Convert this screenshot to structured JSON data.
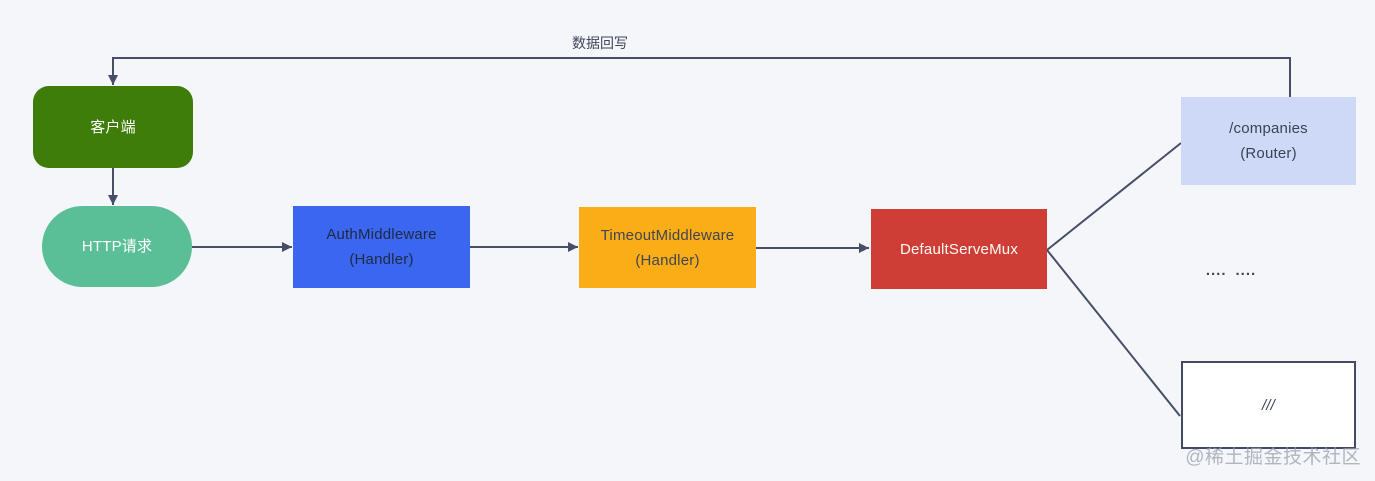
{
  "page": {
    "background": "#f4f6fa"
  },
  "diagram": {
    "line_color": "#464e68",
    "edge_label": "数据回写",
    "nodes": {
      "client": {
        "label": "客户端",
        "bg": "#3f7d0a",
        "text": "#ffffff"
      },
      "http_request": {
        "label": "HTTP请求",
        "bg": "#5abf96",
        "text": "#ffffff"
      },
      "auth_middleware": {
        "line1": "AuthMiddleware",
        "line2": "(Handler)",
        "bg": "#3b66ef",
        "text": "#1f2a44"
      },
      "timeout_middleware": {
        "line1": "TimeoutMiddleware",
        "line2": "(Handler)",
        "bg": "#fbad17",
        "text": "#3f4553"
      },
      "default_servemux": {
        "label": "DefaultServeMux",
        "bg": "#ce3e36",
        "text": "#fffdf6"
      },
      "companies_router": {
        "line1": "/companies",
        "line2": "(Router)",
        "bg": "#cdd9f7",
        "text": "#3a4356"
      },
      "ellipsis": {
        "part1": "....",
        "part2": "....",
        "text": "#3f4759"
      },
      "handler_placeholder": {
        "label": "///",
        "bg": "#ffffff",
        "border": "#434a63",
        "text": "#3a4356"
      }
    },
    "watermark": "@稀土掘金技术社区"
  }
}
